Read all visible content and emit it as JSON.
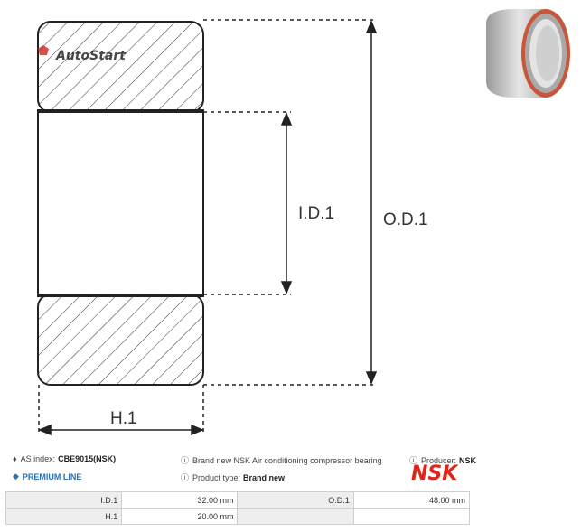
{
  "brand_watermark": "AutoStart",
  "drawing": {
    "label_id": "I.D.1",
    "label_od": "O.D.1",
    "label_h": "H.1"
  },
  "info": {
    "as_index_label": "AS index:",
    "as_index_value": "CBE9015(NSK)",
    "premium_line": "PREMIUM LINE",
    "description": "Brand new NSK Air conditioning compressor bearing",
    "product_type_label": "Product type:",
    "product_type_value": "Brand new",
    "producer_label": "Producer:",
    "producer_value": "NSK"
  },
  "logo_text": "NSK",
  "specs": [
    {
      "label_a": "I.D.1",
      "value_a": "32.00 mm",
      "label_b": "O.D.1",
      "value_b": "48.00 mm"
    },
    {
      "label_a": "H.1",
      "value_a": "20.00 mm",
      "label_b": "",
      "value_b": ""
    }
  ],
  "colors": {
    "logo_red": "#e1251b",
    "premium_blue": "#2a6fb0",
    "bearing_seal": "#c8563a"
  }
}
